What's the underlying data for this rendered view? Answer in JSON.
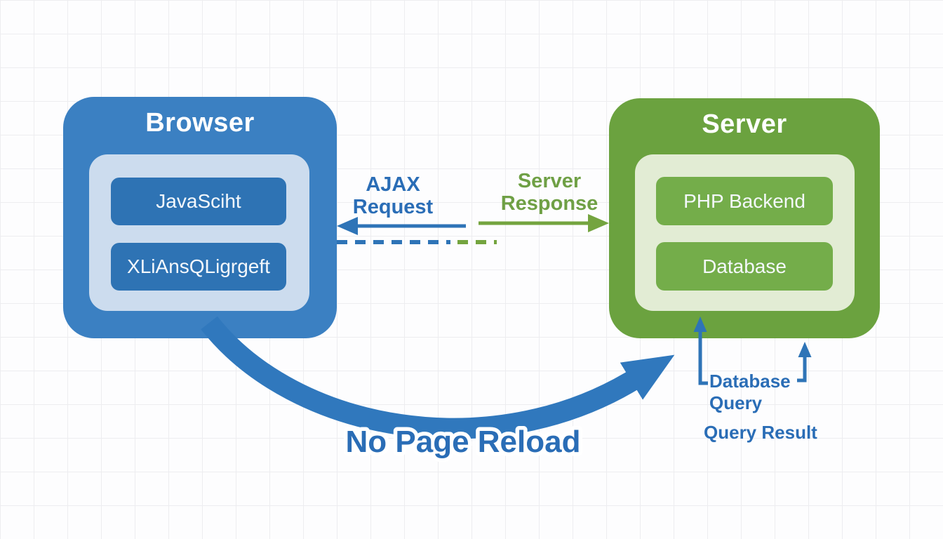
{
  "colors": {
    "blue_box": "#3b80c2",
    "blue_inner": "#2e73b4",
    "blue_panel": "#ccdcee",
    "blue_text": "#2a6db6",
    "blue_arrow": "#2e74b7",
    "blue_curve": "#3078bd",
    "green_box": "#6ba23f",
    "green_inner": "#74ad4a",
    "green_panel": "#e2ecd4",
    "green_text": "#6fa045",
    "green_arrow": "#74a43f",
    "grid_line": "#ededf0"
  },
  "browser": {
    "title": "Browser",
    "items": [
      {
        "label": "JavaSciht"
      },
      {
        "label": "XLiAnsQLigrgeft"
      }
    ]
  },
  "server": {
    "title": "Server",
    "items": [
      {
        "label": "PHP Backend"
      },
      {
        "label": "Database"
      }
    ]
  },
  "labels": {
    "ajax_request": "AJAX\nRequest",
    "server_response": "Server\nResponse",
    "no_page_reload": "No Page Reload",
    "database_query": "Database\nQuery",
    "query_result": "Query Result"
  }
}
